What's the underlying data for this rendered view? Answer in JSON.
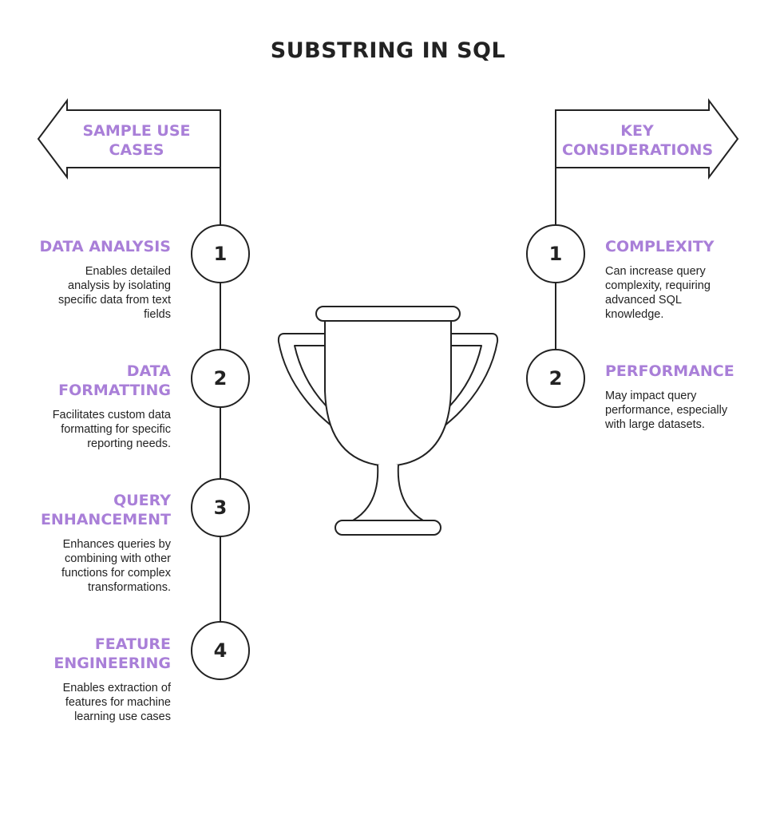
{
  "title": "SUBSTRING IN SQL",
  "left_arrow": {
    "label": "SAMPLE USE CASES"
  },
  "right_arrow": {
    "label": "KEY CONSIDERATIONS"
  },
  "use_cases": [
    {
      "number": "1",
      "heading": "DATA ANALYSIS",
      "description": "Enables detailed analysis by isolating specific data from text fields"
    },
    {
      "number": "2",
      "heading": "DATA FORMATTING",
      "description": "Facilitates custom data formatting for specific reporting needs."
    },
    {
      "number": "3",
      "heading": "QUERY ENHANCEMENT",
      "description": "Enhances queries by combining with other functions for complex transformations."
    },
    {
      "number": "4",
      "heading": "FEATURE ENGINEERING",
      "description": "Enables extraction of features for machine learning use cases"
    }
  ],
  "considerations": [
    {
      "number": "1",
      "heading": "COMPLEXITY",
      "description": "Can increase query complexity, requiring advanced SQL knowledge."
    },
    {
      "number": "2",
      "heading": "PERFORMANCE",
      "description": "May impact query performance, especially with large datasets."
    }
  ],
  "colors": {
    "accent": "#a97fd8",
    "ink": "#222222",
    "background": "#ffffff"
  },
  "icons": {
    "center": "trophy-icon"
  }
}
